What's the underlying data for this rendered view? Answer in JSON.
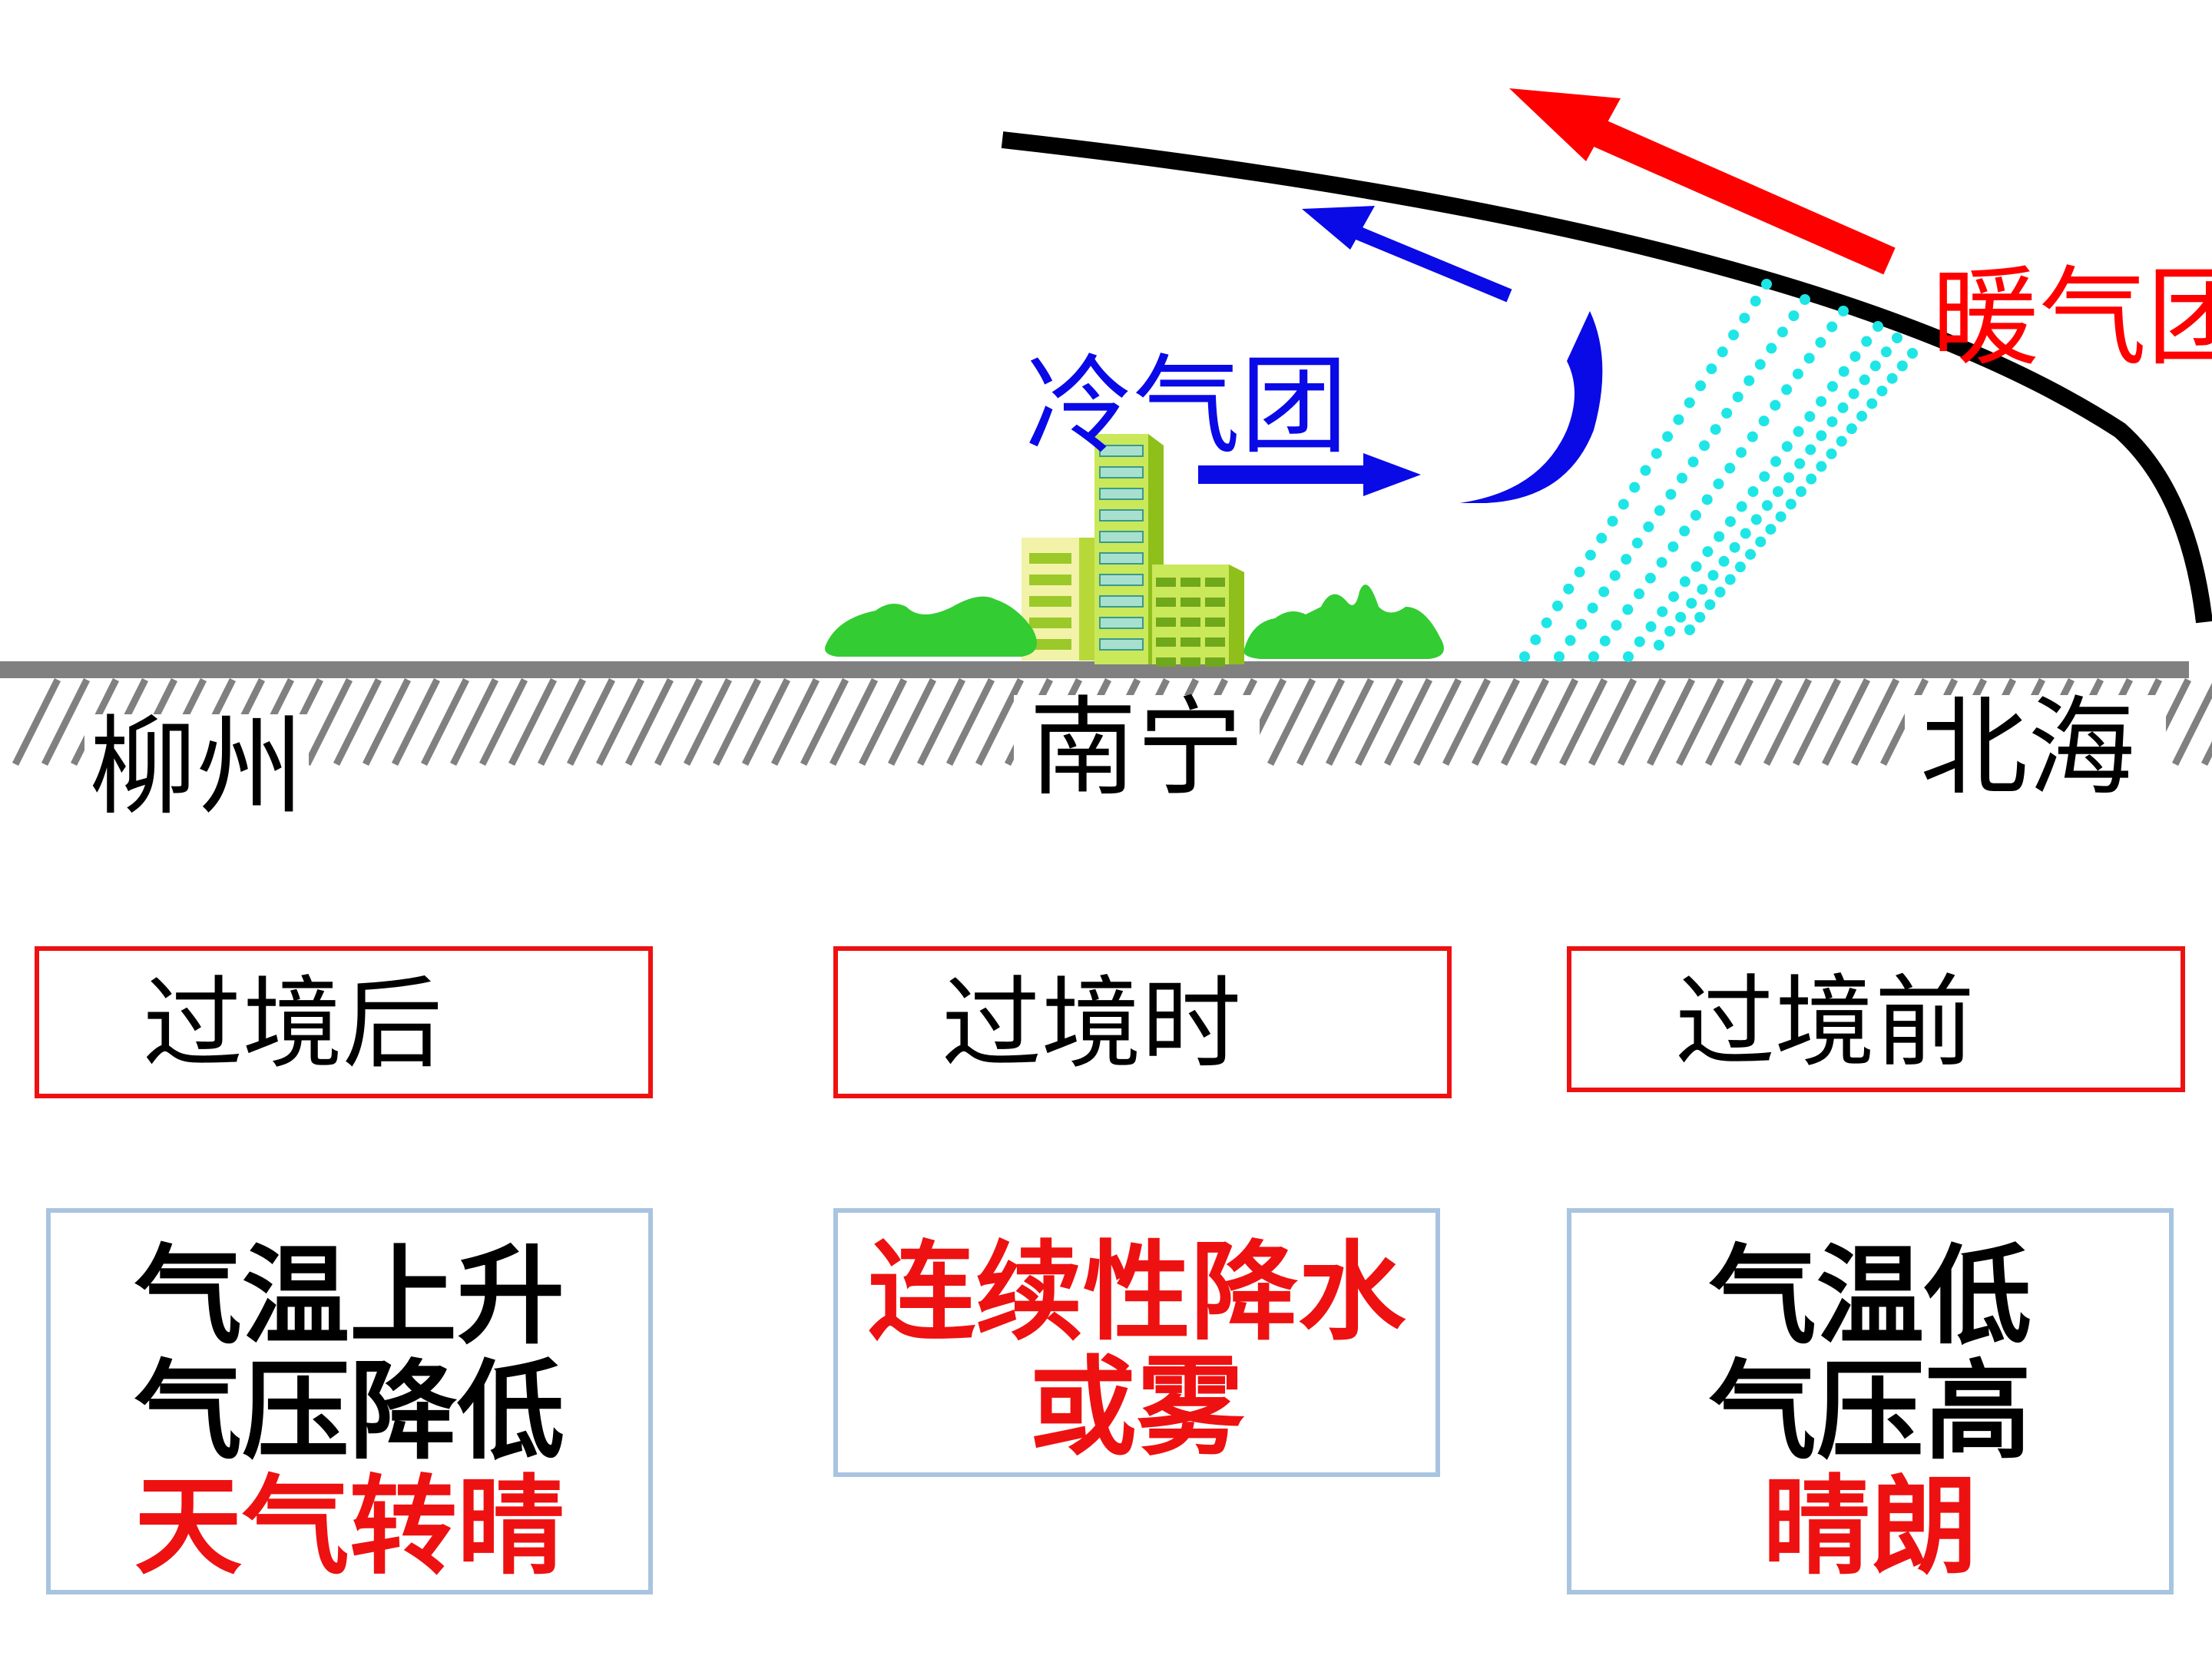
{
  "air_masses": {
    "cold": "冷气团",
    "warm": "暖气团"
  },
  "cities": {
    "liuzhou": "柳州",
    "nanning": "南宁",
    "beihai": "北海"
  },
  "stages": {
    "after": "过境后",
    "during": "过境时",
    "before": "过境前"
  },
  "descriptions": {
    "after": [
      "气温上升",
      "气压降低",
      "天气转晴"
    ],
    "during": [
      "连续性降水",
      "或雾"
    ],
    "before": [
      "气温低",
      "气压高",
      "晴朗"
    ]
  },
  "colors": {
    "cold": "#0a0ae6",
    "warm": "#ff0000",
    "rain": "#1ee6e6",
    "ground": "#808080",
    "vegetation": "#33cc33",
    "box_border": "#ee1111",
    "desc_border": "#a8c4e0"
  }
}
